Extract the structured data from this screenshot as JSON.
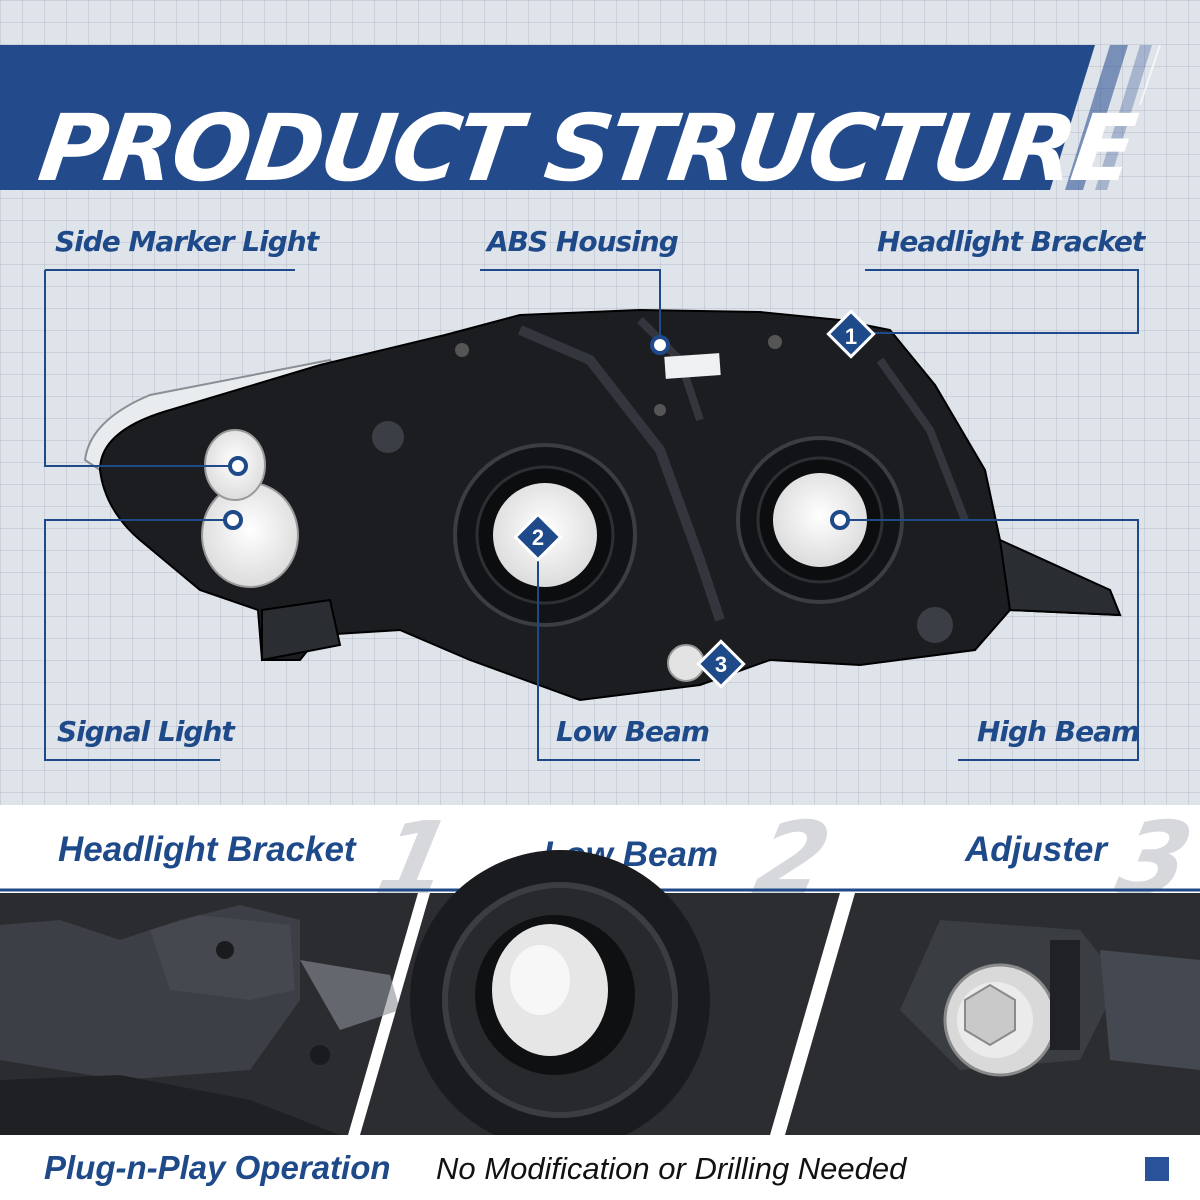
{
  "banner": {
    "title": "PRODUCT STRUCTURE"
  },
  "callouts": {
    "side_marker_light": "Side Marker Light",
    "abs_housing": "ABS Housing",
    "headlight_bracket": "Headlight Bracket",
    "signal_light": "Signal Light",
    "low_beam": "Low Beam",
    "high_beam": "High Beam"
  },
  "markers": {
    "m1": "1",
    "m2": "2",
    "m3": "3"
  },
  "features": [
    {
      "label": "Headlight Bracket",
      "number": "1"
    },
    {
      "label": "Low Beam",
      "number": "2"
    },
    {
      "label": "Adjuster",
      "number": "3"
    }
  ],
  "footer": {
    "title": "Plug-n-Play Operation",
    "subtitle": "No Modification or Drilling Needed"
  },
  "colors": {
    "brand_blue": "#1f4a8a",
    "banner_blue": "#234b8c",
    "grid_background": "#dfe3ea"
  }
}
